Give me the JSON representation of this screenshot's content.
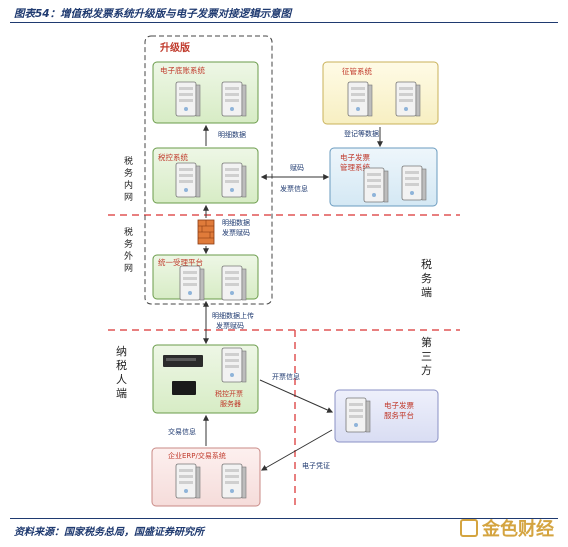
{
  "caption": "图表54：增值税发票系统升级版与电子发票对接逻辑示意图",
  "source": "资料来源：国家税务总局，国盛证券研究所",
  "watermark": "金色财经",
  "upgrade_label": "升级版",
  "zones": {
    "tax_internal": "税务内网",
    "tax_external": "税务外网",
    "tax_side": "税务端",
    "taxpayer": "纳税人端",
    "third_party": "第三方"
  },
  "boxes": {
    "invoice_base": "电子底账系统",
    "tax_control": "税控系统",
    "unified_platform": "统一受理平台",
    "levy": "征管系统",
    "e_invoice_mgmt_line1": "电子发票",
    "e_invoice_mgmt_line2": "管理系统",
    "taxpayer_server_line1": "税控开票",
    "taxpayer_server_line2": "服务器",
    "enterprise": "企业ERP/交易系统",
    "e_invoice_service_line1": "电子发票",
    "e_invoice_service_line2": "服务平台"
  },
  "edges": {
    "detail_data": "明细数据",
    "register_data": "登记等数据",
    "assign_code": "赋码",
    "invoice_info": "发票信息",
    "detail_data_code_1": "明细数据",
    "detail_data_code_2": "发票赋码",
    "upload_1": "明细数据上传",
    "upload_2": "发票赋码",
    "billing_info": "开票信息",
    "transaction_info": "交易信息",
    "e_voucher": "电子凭证"
  }
}
